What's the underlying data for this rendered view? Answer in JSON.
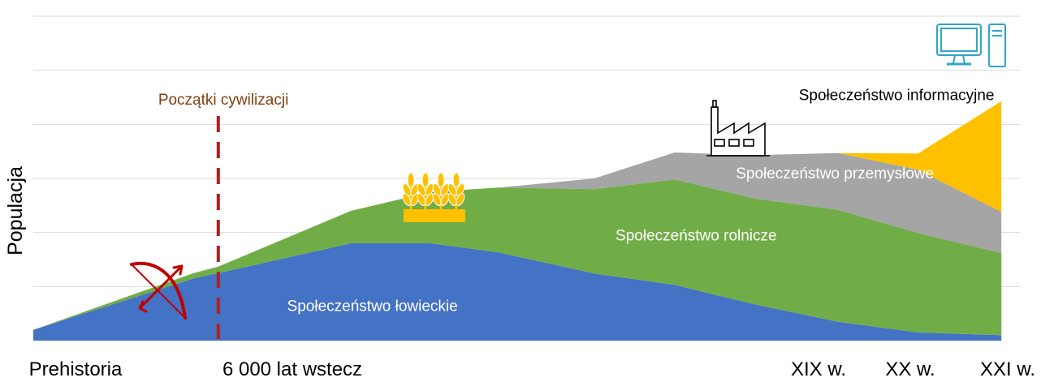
{
  "chart_data": {
    "type": "area",
    "stacked": true,
    "ylabel": "Populacja",
    "grid": true,
    "x_ticks": [
      {
        "label": "Prehistoria",
        "x": 0
      },
      {
        "label": "6 000 lat wstecz",
        "x": 6
      },
      {
        "label": "XIX w.",
        "x": 26
      },
      {
        "label": "XX w.",
        "x": 28.7
      },
      {
        "label": "XXI w.",
        "x": 31.4
      }
    ],
    "annotation": {
      "label": "Początki cywilizacji",
      "x": 6,
      "color": "#b02020"
    },
    "xlim": [
      0,
      32
    ],
    "ylim": [
      0,
      6
    ],
    "series": [
      {
        "name": "Społeczeństwo łowieckie",
        "color": "#4472c4",
        "label_color": "#ffffff",
        "label_at": [
          11,
          0.55
        ],
        "points": [
          [
            0,
            0.2
          ],
          [
            5.2,
            1.15
          ],
          [
            6,
            1.25
          ],
          [
            10.3,
            1.8
          ],
          [
            12.9,
            1.8
          ],
          [
            15.1,
            1.63
          ],
          [
            18.2,
            1.24
          ],
          [
            20.8,
            1.03
          ],
          [
            23.4,
            0.67
          ],
          [
            26.1,
            0.35
          ],
          [
            28.7,
            0.15
          ],
          [
            31.4,
            0.1
          ]
        ]
      },
      {
        "name": "Społeczeństwo rolnicze",
        "color": "#70ad47",
        "label_color": "#ffffff",
        "label_at": [
          21.5,
          1.85
        ],
        "points": [
          [
            0,
            0
          ],
          [
            5.2,
            0.1
          ],
          [
            6,
            0.12
          ],
          [
            10.3,
            0.6
          ],
          [
            12.9,
            0.95
          ],
          [
            15.1,
            1.2
          ],
          [
            18.2,
            1.56
          ],
          [
            20.8,
            1.95
          ],
          [
            23.4,
            1.96
          ],
          [
            26.1,
            2.07
          ],
          [
            28.7,
            1.84
          ],
          [
            31.4,
            1.52
          ]
        ]
      },
      {
        "name": "Społeczeństwo przemysłowe",
        "color": "#a5a5a5",
        "label_color": "#ffffff",
        "label_at": [
          26,
          3.0
        ],
        "points": [
          [
            0,
            0
          ],
          [
            5.2,
            0
          ],
          [
            6,
            0
          ],
          [
            10.3,
            0
          ],
          [
            12.9,
            0
          ],
          [
            15.1,
            0
          ],
          [
            18.2,
            0.2
          ],
          [
            20.8,
            0.5
          ],
          [
            23.4,
            0.8
          ],
          [
            26.1,
            1.05
          ],
          [
            28.7,
            1.17
          ],
          [
            31.4,
            0.76
          ]
        ]
      },
      {
        "name": "Społeczeństwo informacyjne",
        "color": "#ffc000",
        "label_color": "#000000",
        "label_at": [
          28,
          4.45
        ],
        "points": [
          [
            0,
            0
          ],
          [
            5.2,
            0
          ],
          [
            6,
            0
          ],
          [
            10.3,
            0
          ],
          [
            12.9,
            0
          ],
          [
            15.1,
            0
          ],
          [
            18.2,
            0
          ],
          [
            20.8,
            0
          ],
          [
            23.4,
            0
          ],
          [
            26.1,
            0
          ],
          [
            28.7,
            0.3
          ],
          [
            31.4,
            2.05
          ]
        ]
      }
    ]
  },
  "icons": [
    "bow-arrow-icon",
    "wheat-icon",
    "factory-icon",
    "computer-icon"
  ]
}
